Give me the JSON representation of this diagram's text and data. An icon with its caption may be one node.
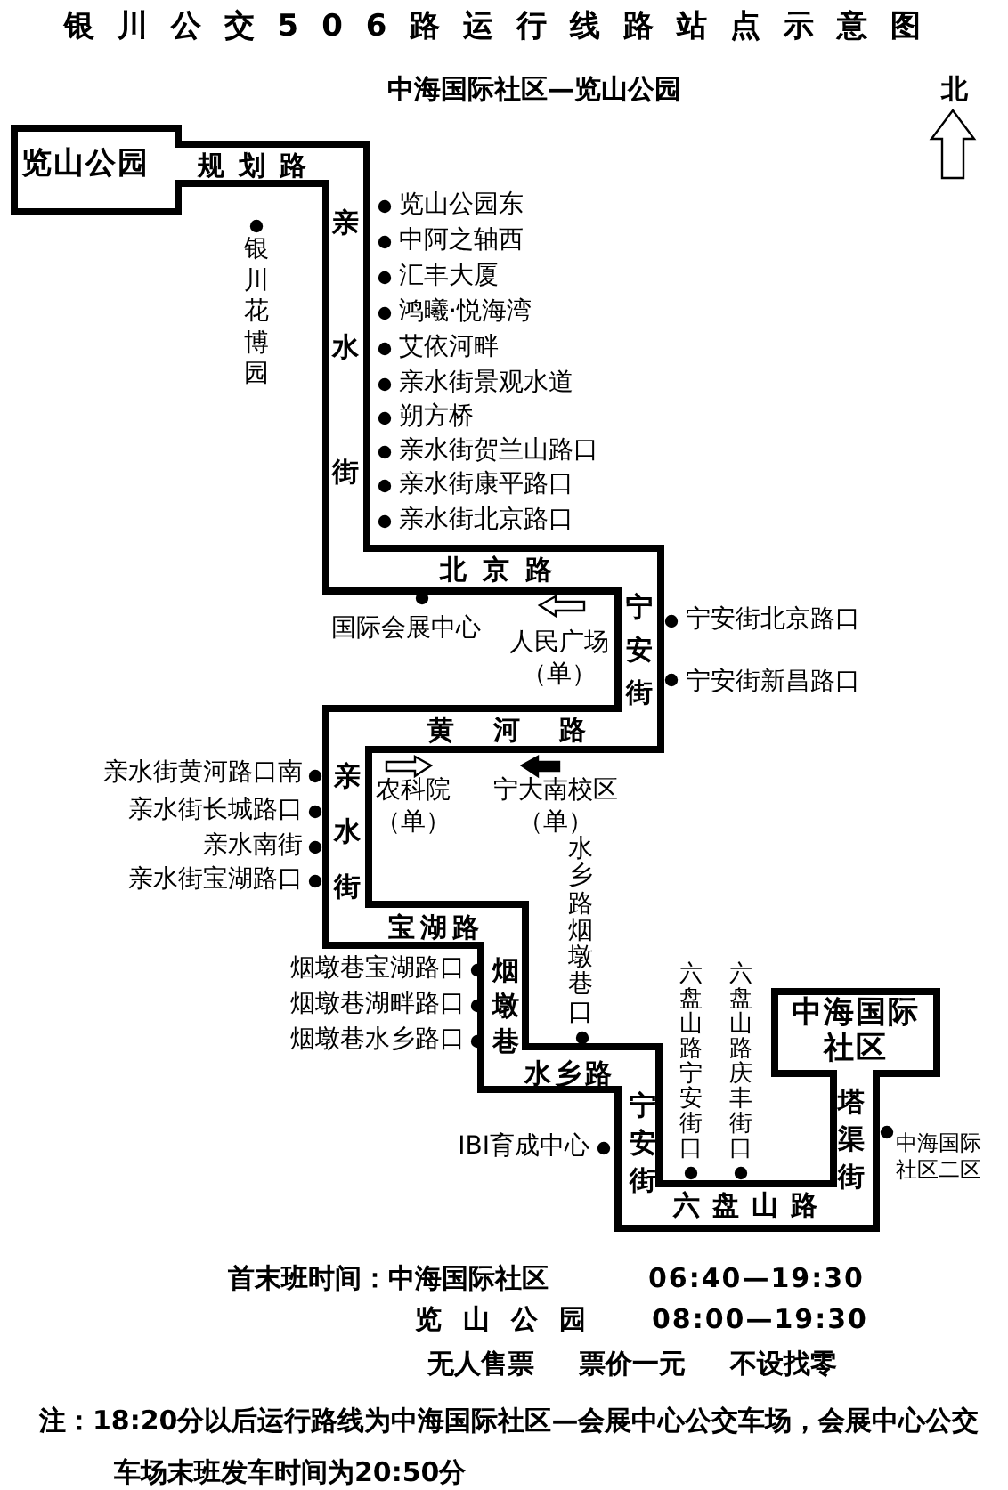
{
  "diagram": {
    "title": "银川公交506路运行线路站点示意图",
    "nodes": [
      {
        "text": [
          "览山公园"
        ]
      },
      {
        "text": [
          "中海国际社区"
        ]
      }
    ],
    "labels": [
      "中海国际社区—览山公园",
      "北",
      "规划路",
      "银川花博园",
      "亲水街",
      "览山公园东",
      "中阿之轴西",
      "汇丰大厦",
      "鸿曦·悦海湾",
      "艾依河畔",
      "亲水街景观水道",
      "朔方桥",
      "亲水街贺兰山路口",
      "亲水街康平路口",
      "亲水街北京路口",
      "北京路",
      "国际会展中心",
      "人民广场（单）",
      "宁安街",
      "宁安街北京路口",
      "宁安街新昌路口",
      "黄河路",
      "亲水街黄河路口南",
      "亲水街长城路口",
      "亲水南街",
      "亲水街宝湖路口",
      "亲水街",
      "农科院（单）",
      "宁大南校区（单）",
      "水乡路烟墩巷口",
      "宝湖路",
      "烟墩巷宝湖路口",
      "烟墩巷湖畔路口",
      "烟墩巷水乡路口",
      "烟墩巷",
      "水乡路",
      "IBI育成中心",
      "宁安街",
      "六盘山路宁安街口",
      "六盘山路庆丰街口",
      "塔渠街",
      "中海国际社区二区",
      "六盘山路",
      "首末班时间：中海国际社区",
      "06:40—19:30",
      "览山公园",
      "08:00—19:30",
      "无人售票",
      "票价一元",
      "不设找零",
      "注：18:20分以后运行路线为中海国际社区—会展中心公交车场，会展中心公交车场末班发车时间为20:50分"
    ]
  }
}
